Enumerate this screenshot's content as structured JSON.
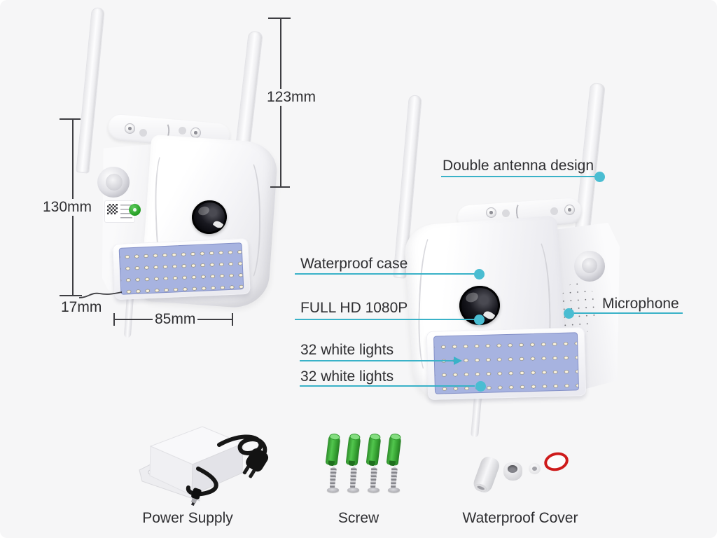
{
  "dimensions": {
    "antenna_height": "123mm",
    "body_height": "130mm",
    "panel_depth": "17mm",
    "body_width": "85mm"
  },
  "callouts": {
    "double_antenna": "Double antenna design",
    "waterproof_case": "Waterproof case",
    "full_hd": "FULL HD 1080P",
    "microphone": "Microphone",
    "lights_row1": "32 white lights",
    "lights_row2": "32 white lights"
  },
  "accessories": [
    {
      "label": "Power Supply"
    },
    {
      "label": "Screw"
    },
    {
      "label": "Waterproof Cover"
    }
  ],
  "colors": {
    "background": "#f6f6f7",
    "accent_dot": "#4abdd2",
    "accent_line": "#3ab2c8",
    "panel_blue": "#a7b3e0",
    "anchor_green": "#37a433",
    "oring_red": "#ce1b1b",
    "dimension_line": "#3e3e42",
    "text": "#2e2e31"
  }
}
